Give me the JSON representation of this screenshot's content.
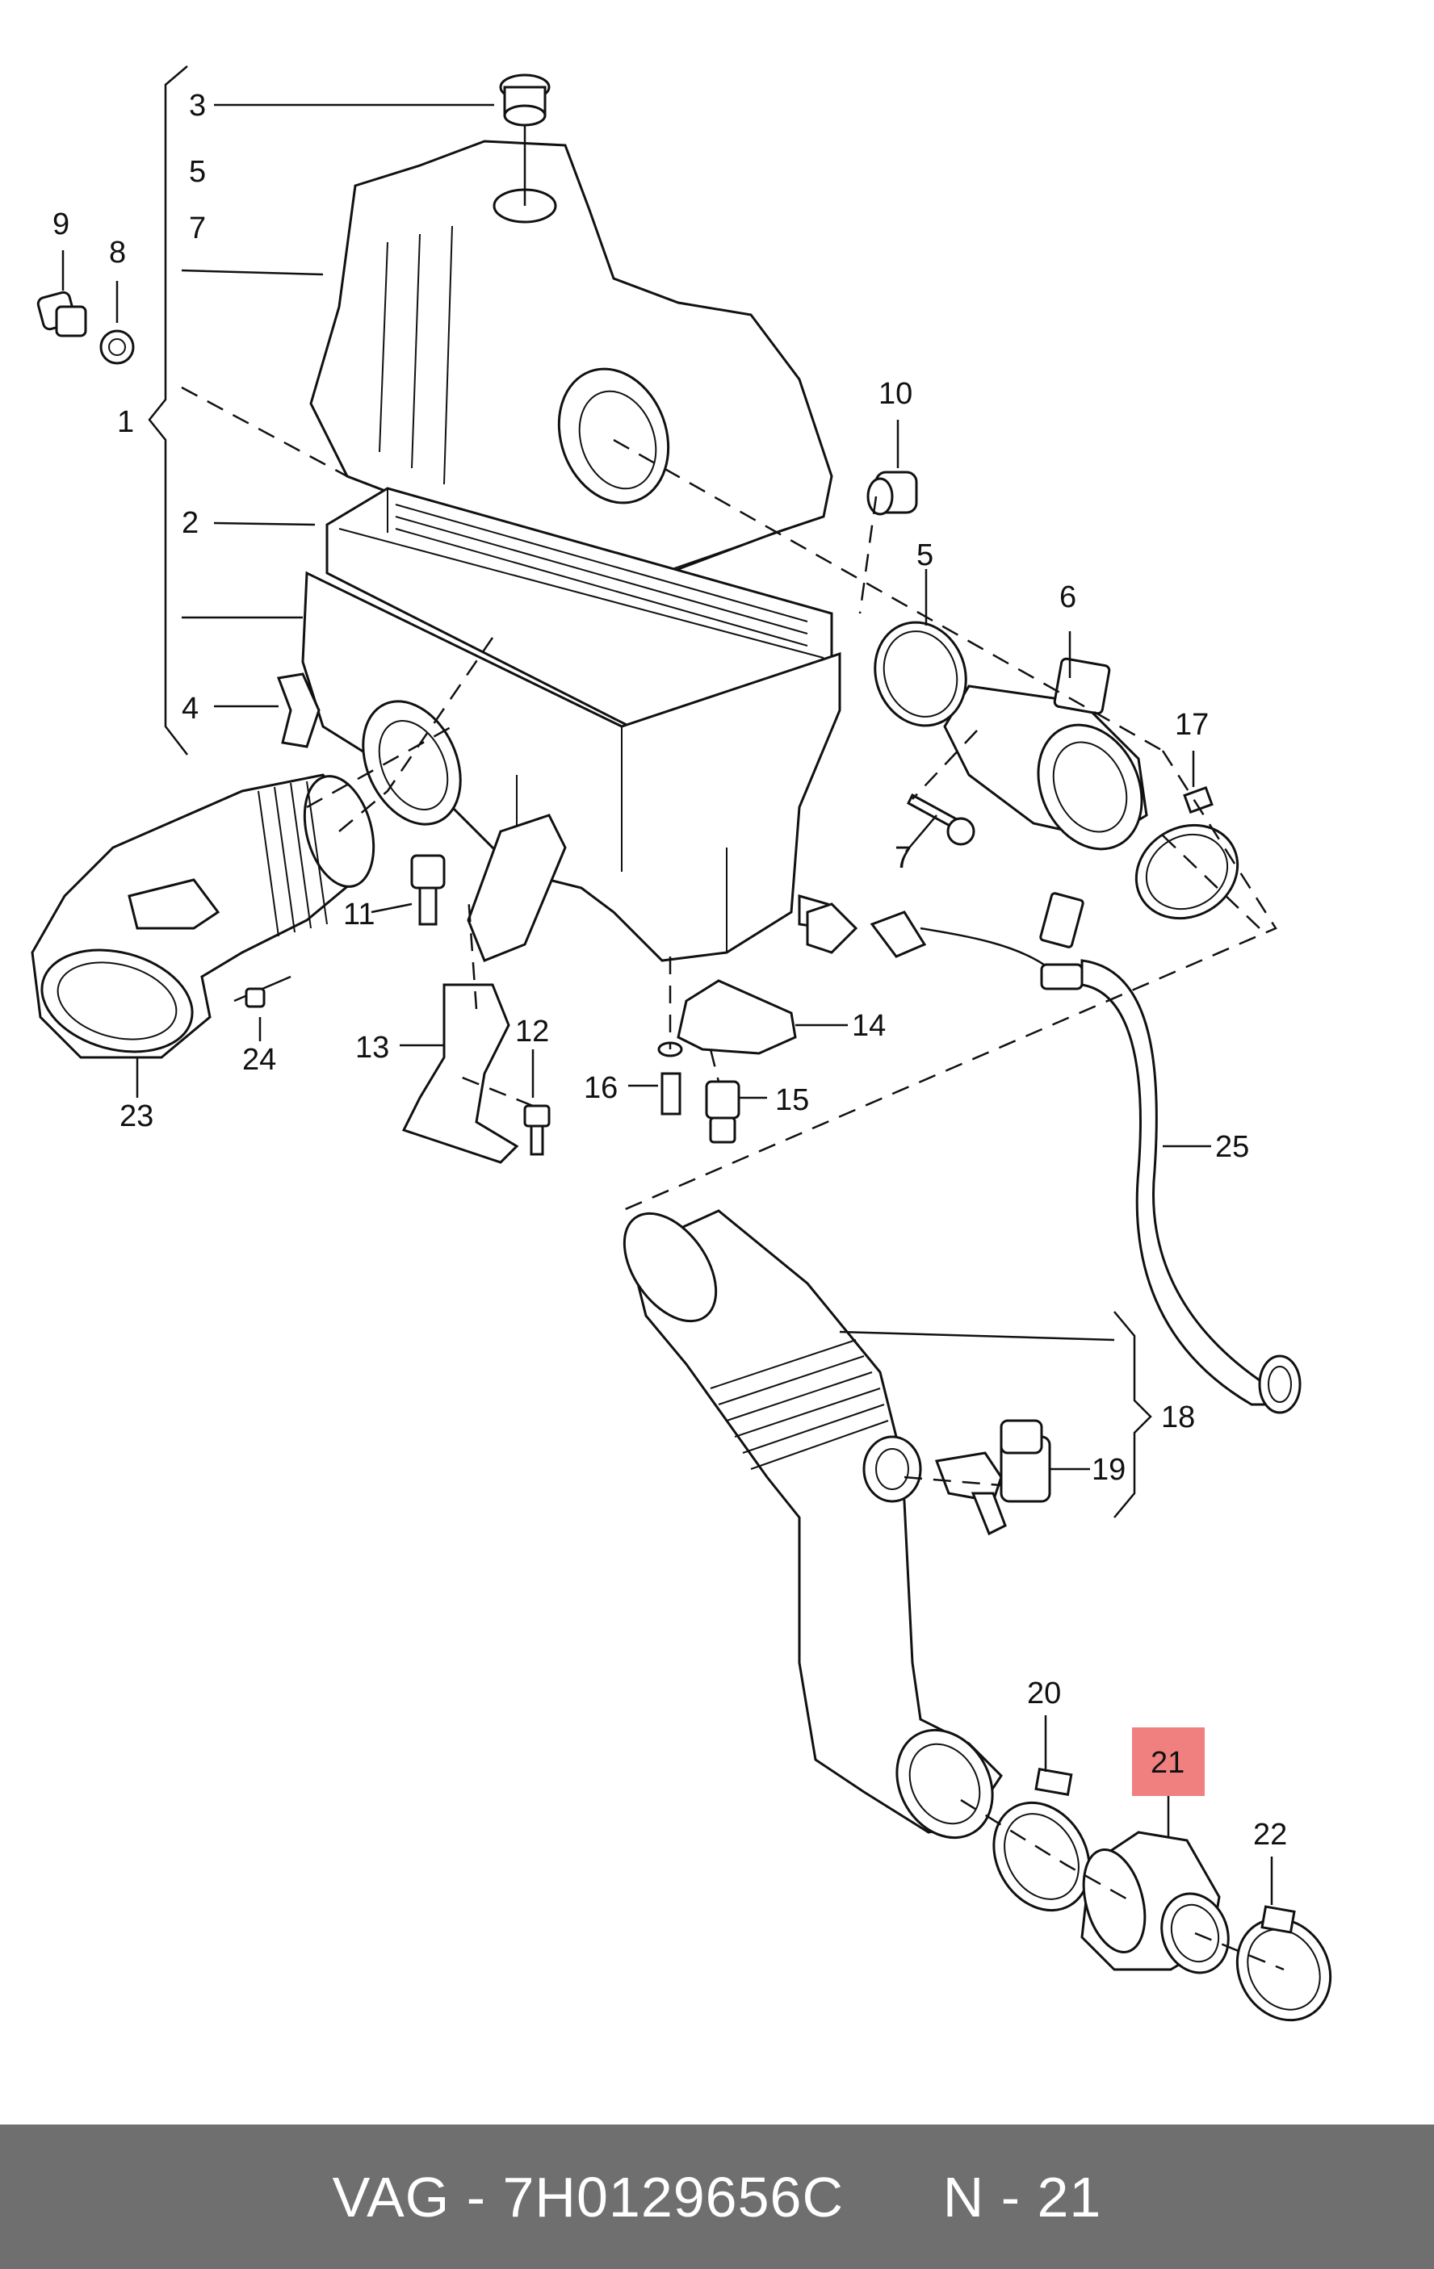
{
  "footer": {
    "brand": "VAG",
    "separator": " - ",
    "part_number": "7H0129656C",
    "position_prefix": "N - ",
    "position_number": "21"
  },
  "highlight_color": "#f08080",
  "callouts": [
    "1",
    "2",
    "3",
    "4",
    "5",
    "6",
    "7",
    "8",
    "9",
    "10",
    "11",
    "12",
    "13",
    "14",
    "15",
    "16",
    "17",
    "18",
    "19",
    "20",
    "21",
    "22",
    "23",
    "24",
    "25"
  ],
  "callout_left_5": "5",
  "callout_left_7": "7",
  "highlighted_callout": "21"
}
